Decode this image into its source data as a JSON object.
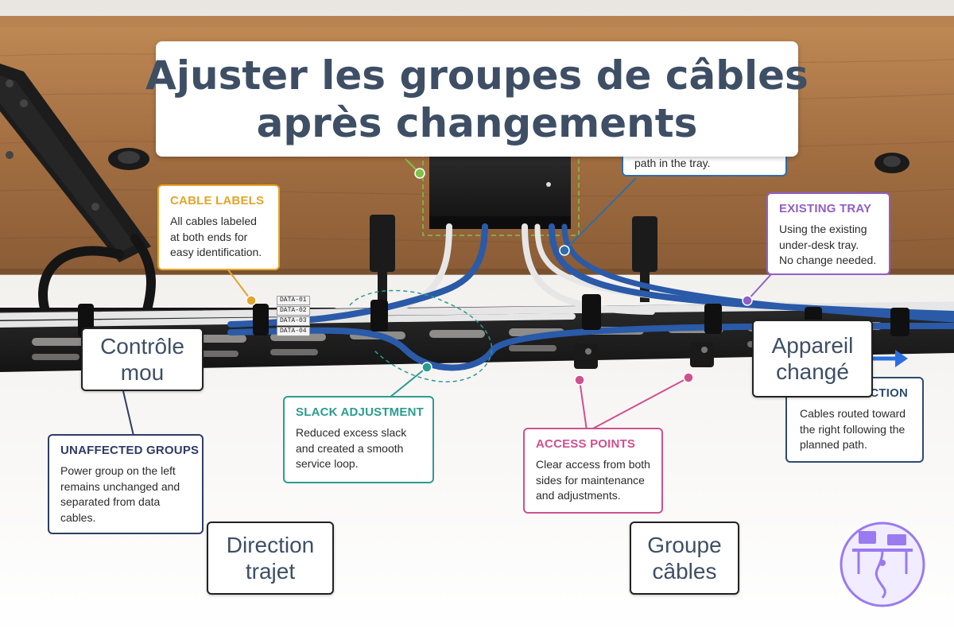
{
  "title": {
    "line1": "Ajuster les groupes de câbles",
    "line2": "après changements"
  },
  "callouts": {
    "partial_top": {
      "line": "path in the tray.",
      "color": "#2f6ea8"
    },
    "cable_labels": {
      "title": "CABLE LABELS",
      "lines": [
        "All cables labeled",
        "at both ends for",
        "easy identification."
      ],
      "color": "#e3a52b"
    },
    "existing_tray": {
      "title": "EXISTING TRAY",
      "lines": [
        "Using the existing",
        "under-desk tray.",
        "No change needed."
      ],
      "color": "#8f5fc8"
    },
    "unaffected_groups": {
      "title": "UNAFFECTED GROUPS",
      "lines": [
        "Power group on the left",
        "remains unchanged and",
        "separated from data",
        "cables."
      ],
      "color": "#2e3c66"
    },
    "slack_adjustment": {
      "title": "SLACK ADJUSTMENT",
      "lines": [
        "Reduced excess slack",
        "and created a smooth",
        "service loop."
      ],
      "color": "#2a9d8f"
    },
    "access_points": {
      "title": "ACCESS POINTS",
      "lines": [
        "Clear access from both",
        "sides for maintenance",
        "and adjustments."
      ],
      "color": "#d0508f"
    },
    "routing_direction": {
      "title": "CTION",
      "lines": [
        "Cables routed toward",
        "the right following the",
        "planned path."
      ],
      "color": "#2e4a6e"
    }
  },
  "labels": {
    "controle_mou": [
      "Contrôle",
      "mou"
    ],
    "appareil_change": [
      "Appareil",
      "changé"
    ],
    "direction_trajet": [
      "Direction",
      "trajet"
    ],
    "groupe_cables": [
      "Groupe",
      "câbles"
    ]
  },
  "cable_tags": [
    "DATA-01",
    "DATA-02",
    "DATA-03",
    "DATA-04"
  ],
  "colors": {
    "desk_wood": "#9a6a3f",
    "tray_black": "#1f1f1f",
    "cable_blue": "#2a5aa8",
    "cable_white": "#e8e8e8",
    "cable_black": "#1a1a1a",
    "logo_purple": "#8a6ae6"
  },
  "icons": {
    "logo": "desk-cable-management-logo-icon",
    "direction_arrow": "right-arrow-icon"
  }
}
